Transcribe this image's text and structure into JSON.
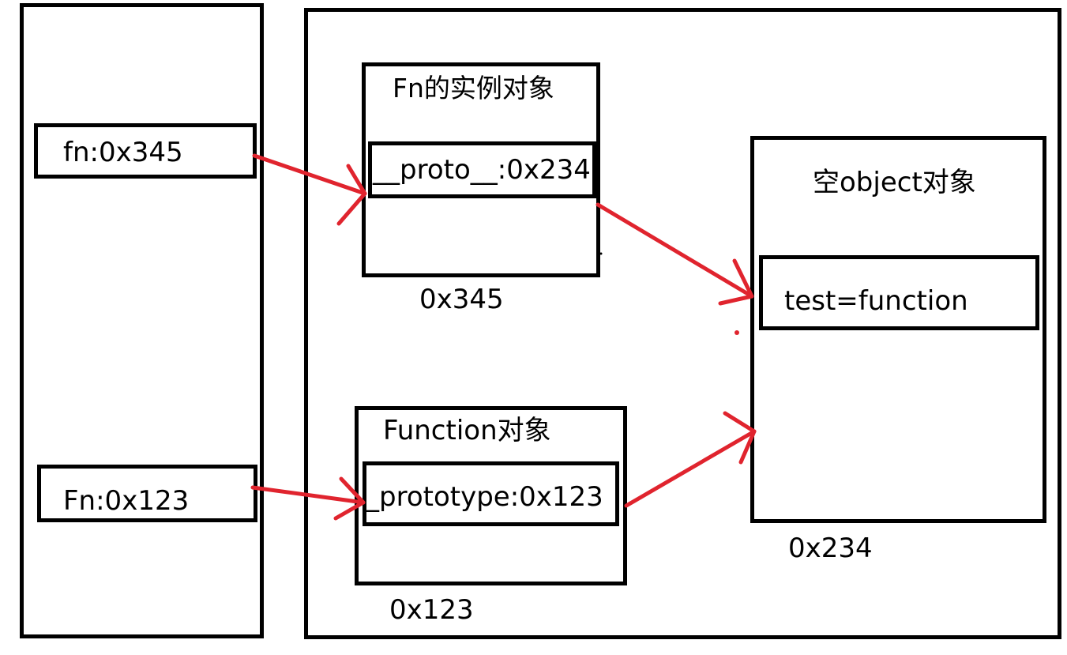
{
  "stack": {
    "var_fn": "fn:0x345",
    "var_Fn": "Fn:0x123"
  },
  "heap": {
    "instance": {
      "title": "Fn的实例对象",
      "field": "__proto__:0x234",
      "address": "0x345"
    },
    "function_object": {
      "title": "Function对象",
      "field": "_prototype:0x123",
      "address": "0x123"
    },
    "empty_object": {
      "title": "空object对象",
      "field": "test=function",
      "address": "0x234"
    }
  },
  "colors": {
    "outline": "#000000",
    "arrow": "#e0242e"
  }
}
